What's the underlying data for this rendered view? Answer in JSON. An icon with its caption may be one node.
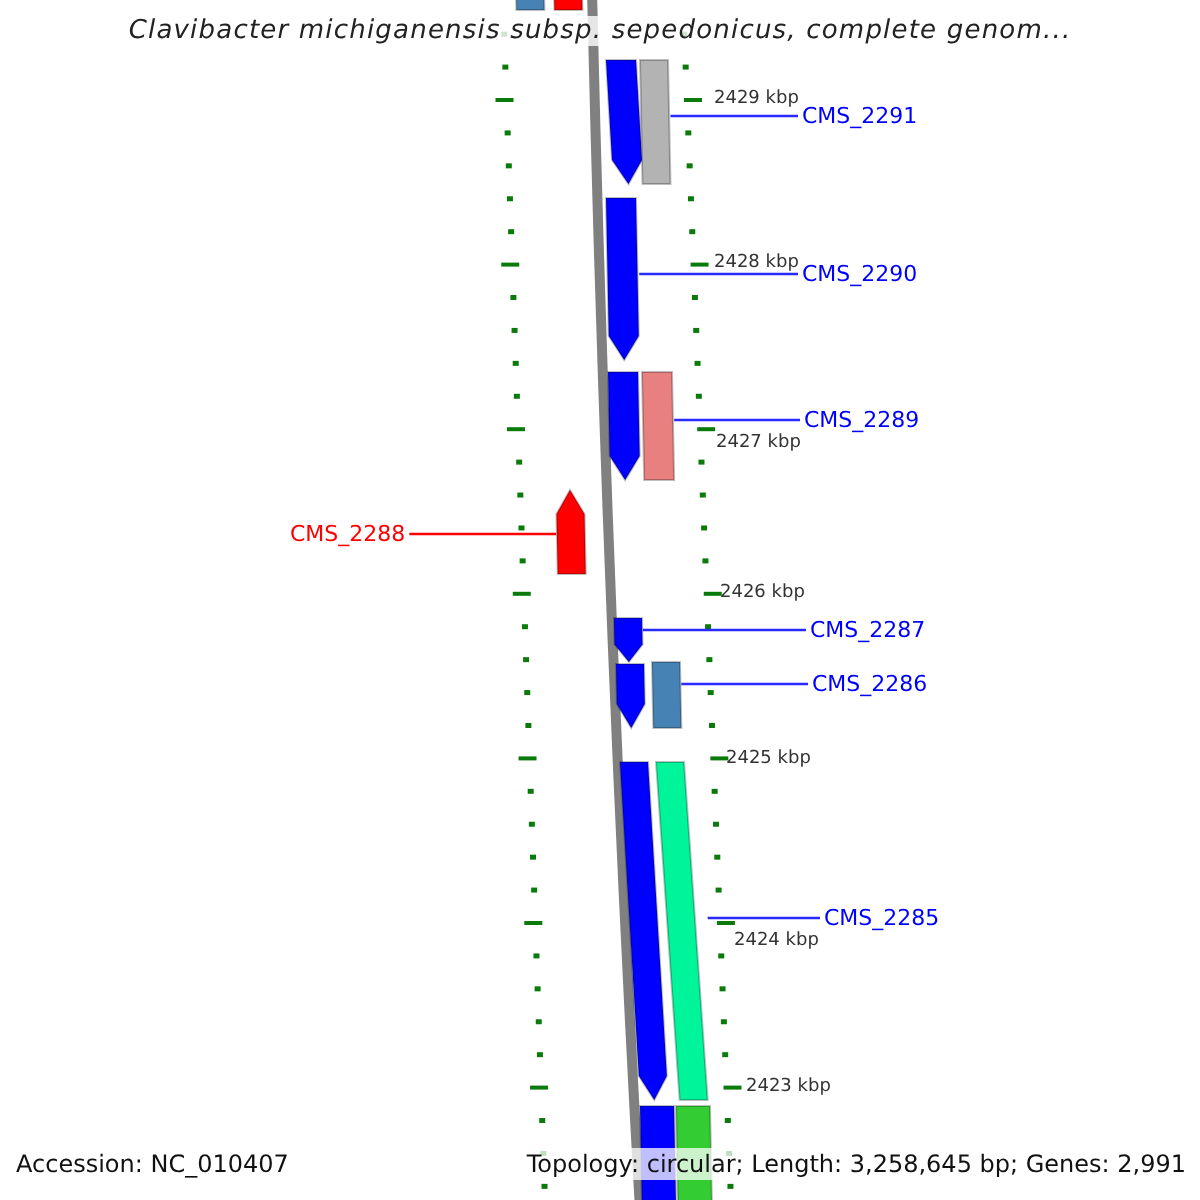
{
  "diagram": {
    "title": "Clavibacter michiganensis subsp. sepedonicus, complete genom...",
    "nodes": [
      {
        "text": [
          "CMS_2291"
        ]
      },
      {
        "text": [],
        "shape": "bar"
      },
      {
        "text": [
          "CMS_2290"
        ]
      },
      {
        "text": [],
        "shape": "arrow"
      },
      {
        "text": [
          "CMS_2289"
        ]
      },
      {
        "text": [],
        "shape": "bar"
      },
      {
        "text": [
          "CMS_2288"
        ]
      },
      {
        "text": [],
        "shape": "arrow"
      },
      {
        "text": [
          "CMS_2287"
        ]
      },
      {
        "text": [],
        "shape": "arrow"
      },
      {
        "text": [
          "CMS_2286"
        ]
      },
      {
        "text": [],
        "shape": "bar"
      },
      {
        "text": [
          "CMS_2285"
        ]
      },
      {
        "text": [],
        "shape": "bar"
      }
    ],
    "edges": [
      {
        "from": 0,
        "to": 1,
        "arrow": "none"
      },
      {
        "from": 2,
        "to": 3,
        "arrow": "none"
      },
      {
        "from": 4,
        "to": 5,
        "arrow": "none"
      },
      {
        "from": 6,
        "to": 7,
        "arrow": "none",
        "color": "#ff0000"
      },
      {
        "from": 8,
        "to": 9,
        "arrow": "none"
      },
      {
        "from": 10,
        "to": 11,
        "arrow": "none"
      },
      {
        "from": 12,
        "to": 13,
        "arrow": "none"
      }
    ],
    "labels": [
      "2429 kbp",
      "2428 kbp",
      "2427 kbp",
      "2426 kbp",
      "2425 kbp",
      "2424 kbp",
      "2423 kbp",
      "Accession: NC_010407",
      "Topology: circular; Length: 3,258,645 bp; Genes: 2,991"
    ]
  }
}
